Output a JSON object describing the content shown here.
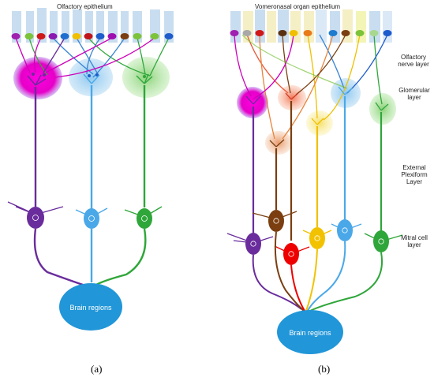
{
  "panel_a": {
    "title": "Olfactory epithelium",
    "brain_label": "Brain regions",
    "panel_label": "(a)"
  },
  "panel_b": {
    "title": "Vomeronasal organ epithelium",
    "brain_label": "Brain regions",
    "panel_label": "(b)"
  },
  "layers": {
    "olfactory_nerve": [
      "Olfactory",
      "nerve layer"
    ],
    "glomerular": [
      "Glomerular",
      "layer"
    ],
    "external_plexiform": [
      "External",
      "Plexiform",
      "Layer"
    ],
    "mitral": [
      "Mitral cell",
      "layer"
    ]
  },
  "colors": {
    "magenta": "#e600c8",
    "sky": "#4aa8e8",
    "green": "#2fa63a",
    "purple": "#6a2c9c",
    "brown": "#7a3e10",
    "red": "#ee0000",
    "yellow": "#f2c200",
    "orange": "#e8833a",
    "brain": "#2196d8"
  }
}
